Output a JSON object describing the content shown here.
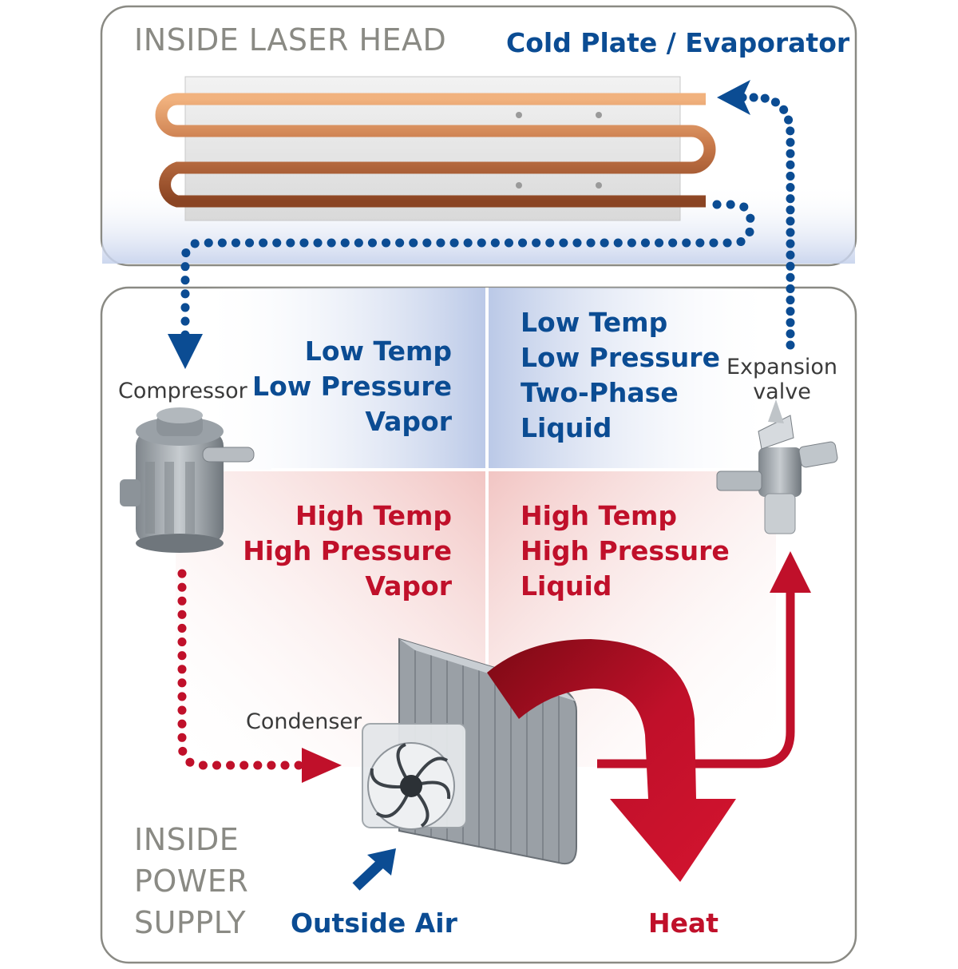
{
  "sections": {
    "laser_head": "INSIDE LASER HEAD",
    "power_supply_lines": [
      "INSIDE",
      "POWER",
      "SUPPLY"
    ]
  },
  "components": {
    "cold_plate": "Cold Plate / Evaporator",
    "compressor": "Compressor",
    "expansion_valve_lines": [
      "Expansion",
      "valve"
    ],
    "condenser": "Condenser"
  },
  "states": {
    "top_left": [
      "Low Temp",
      "Low Pressure",
      "Vapor"
    ],
    "top_right": [
      "Low Temp",
      "Low Pressure",
      "Two-Phase",
      "Liquid"
    ],
    "bottom_left": [
      "High Temp",
      "High Pressure",
      "Vapor"
    ],
    "bottom_right": [
      "High Temp",
      "High Pressure",
      "Liquid"
    ]
  },
  "labels": {
    "outside_air": "Outside Air",
    "heat": "Heat"
  },
  "colors": {
    "cold": "#0b4c93",
    "hot": "#c0102a",
    "frame": "#8a8a84",
    "copper": "#c8794a"
  }
}
